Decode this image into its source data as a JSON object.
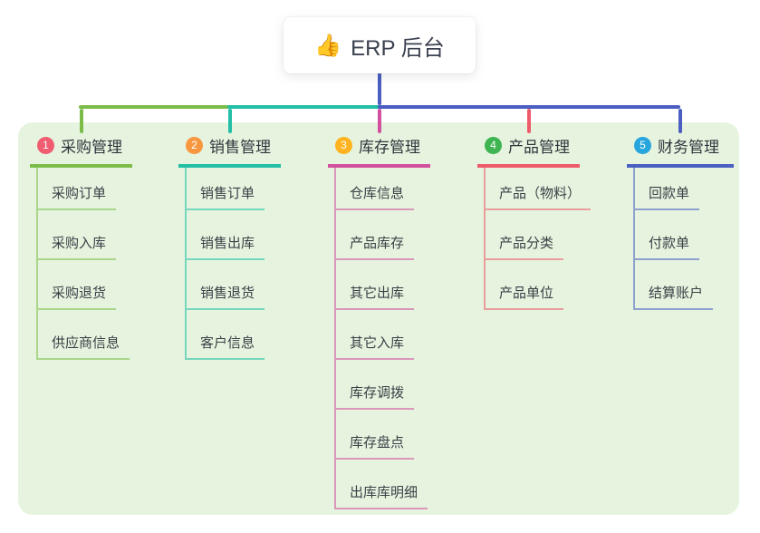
{
  "root": {
    "icon": "👍",
    "label": "ERP 后台"
  },
  "branches": [
    {
      "num": "1",
      "label": "采购管理",
      "badge_color": "#f05c70",
      "line_color": "#7cbd4a",
      "children": [
        "采购订单",
        "采购入库",
        "采购退货",
        "供应商信息"
      ]
    },
    {
      "num": "2",
      "label": "销售管理",
      "badge_color": "#f99740",
      "line_color": "#22bfa6",
      "children": [
        "销售订单",
        "销售出库",
        "销售退货",
        "客户信息"
      ]
    },
    {
      "num": "3",
      "label": "库存管理",
      "badge_color": "#ffb320",
      "line_color": "#d2509e",
      "children": [
        "仓库信息",
        "产品库存",
        "其它出库",
        "其它入库",
        "库存调拨",
        "库存盘点",
        "出库库明细"
      ]
    },
    {
      "num": "4",
      "label": "产品管理",
      "badge_color": "#3eb552",
      "line_color": "#ee5b6a",
      "children": [
        "产品（物料）",
        "产品分类",
        "产品单位"
      ]
    },
    {
      "num": "5",
      "label": "财务管理",
      "badge_color": "#26a6dd",
      "line_color": "#4a5fc1",
      "children": [
        "回款单",
        "付款单",
        "结算账户"
      ]
    }
  ],
  "colors": {
    "panel_bg": "#e6f4df",
    "stem": "#4a5fc1",
    "root_bg": "#ffffff",
    "text": "#3a3f46"
  }
}
